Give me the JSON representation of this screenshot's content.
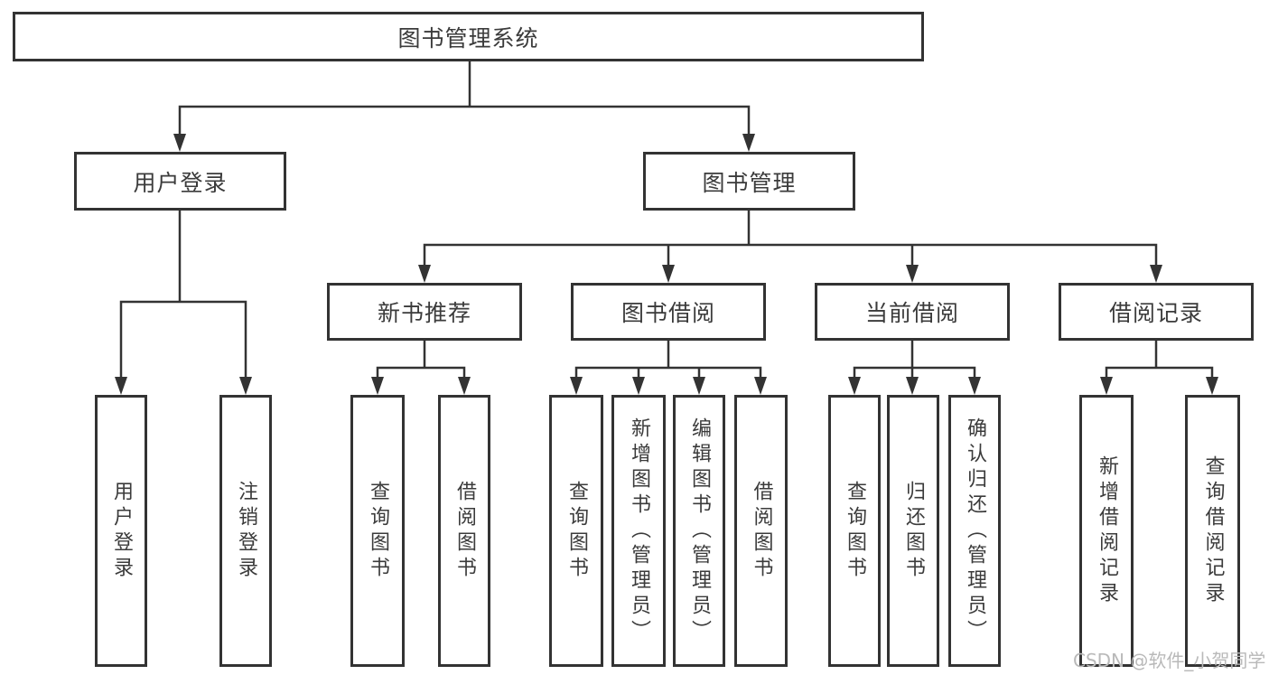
{
  "diagram": {
    "title": "图书管理系统",
    "nodes": {
      "root": "图书管理系统",
      "user_login": "用户登录",
      "book_management": "图书管理",
      "new_book_recommendation": "新书推荐",
      "book_borrowing": "图书借阅",
      "current_borrowing": "当前借阅",
      "borrowing_records": "借阅记录",
      "leaf_user_login": "用户登录",
      "leaf_logout": "注销登录",
      "leaf_nbr_query_books": "查询图书",
      "leaf_nbr_borrow_books": "借阅图书",
      "leaf_bb_query_books": "查询图书",
      "leaf_bb_add_books_admin": "新增图书（管理员）",
      "leaf_bb_edit_books_admin": "编辑图书（管理员）",
      "leaf_bb_borrow_books": "借阅图书",
      "leaf_cb_query_books": "查询图书",
      "leaf_cb_return_books": "归还图书",
      "leaf_cb_confirm_return_admin": "确认归还（管理员）",
      "leaf_br_add_record": "新增借阅记录",
      "leaf_br_query_record": "查询借阅记录"
    }
  },
  "watermark": "CSDN @软件_小贺同学",
  "colors": {
    "line": "#333333",
    "text": "#3b3b3b",
    "watermark": "#b9b9b9",
    "background": "#ffffff"
  }
}
